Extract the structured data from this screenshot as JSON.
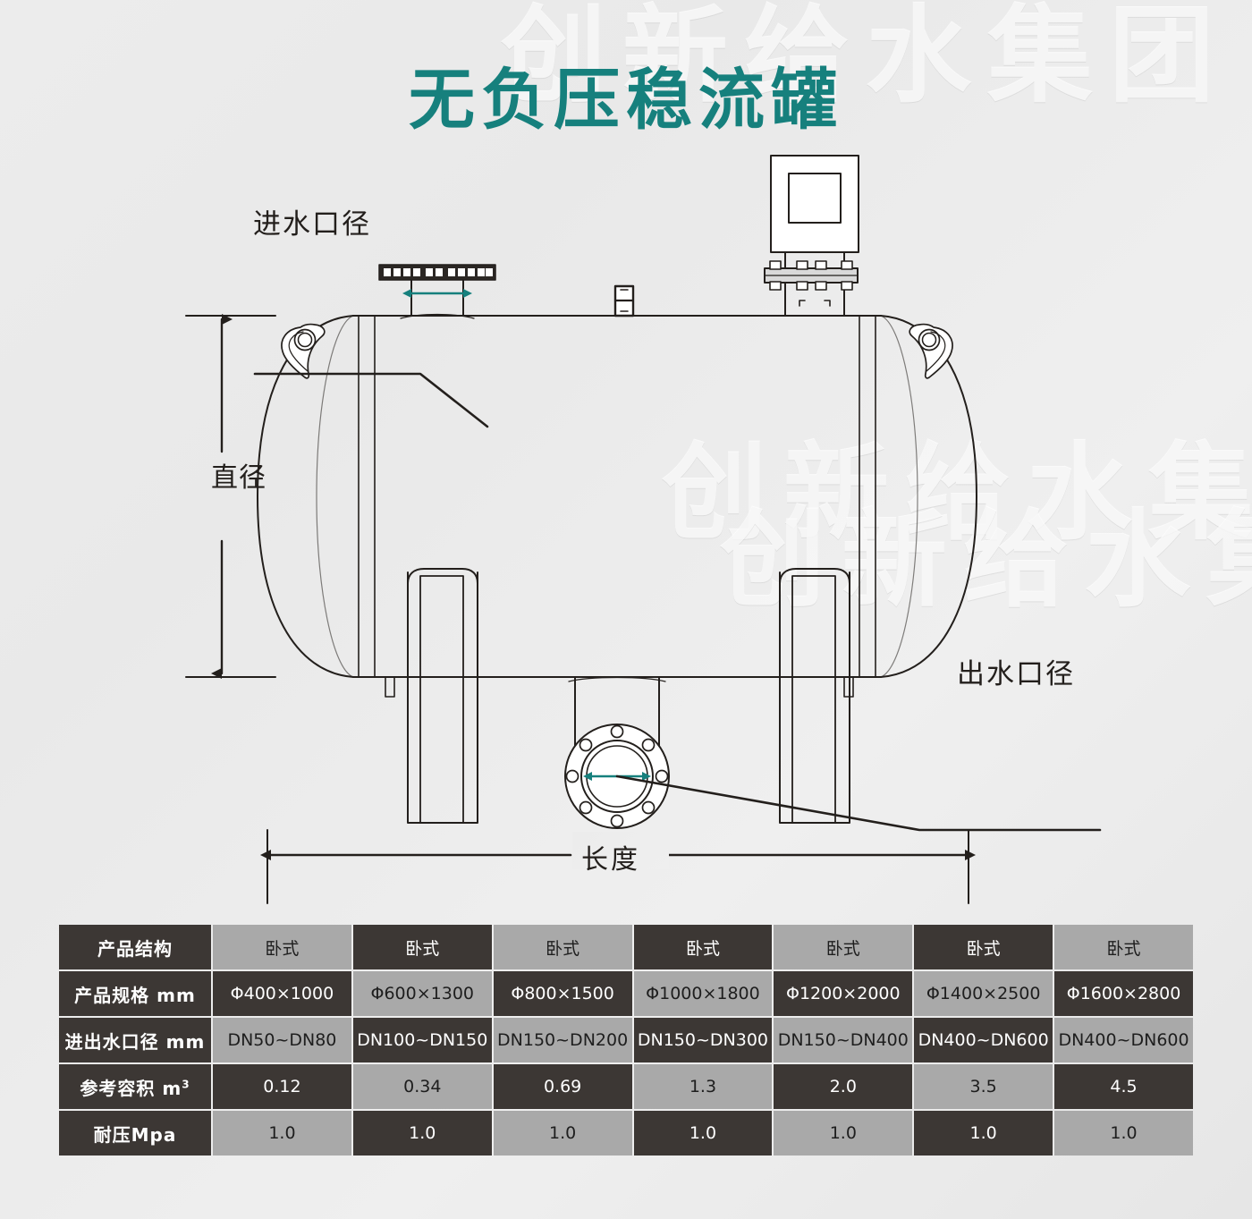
{
  "page": {
    "title": "无负压稳流罐",
    "title_color": "#16807d",
    "background_color": "#ececec",
    "watermark_text": "创新给水集团"
  },
  "diagram": {
    "labels": {
      "inlet": "进水口径",
      "outlet": "出水口径",
      "diameter": "直径",
      "length": "长度"
    },
    "accent_color": "#16807d",
    "line_color": "#231f1c",
    "parts": {
      "control_box": "control-box",
      "top_flange": "inlet-flange",
      "vent_fitting": "vent-fitting",
      "bottom_flange": "outlet-flange",
      "lifting_lug_left": "lifting-lug",
      "lifting_lug_right": "lifting-lug",
      "saddle_left": "support-leg",
      "saddle_right": "support-leg"
    }
  },
  "table": {
    "header_bg_dark": "#3c3734",
    "cell_bg_light": "#a9a9a9",
    "rows": [
      {
        "label": "产品结构",
        "label_unit": "",
        "values": [
          "卧式",
          "卧式",
          "卧式",
          "卧式",
          "卧式",
          "卧式",
          "卧式"
        ]
      },
      {
        "label": "产品规格",
        "label_unit": " mm",
        "values": [
          "Φ400×1000",
          "Φ600×1300",
          "Φ800×1500",
          "Φ1000×1800",
          "Φ1200×2000",
          "Φ1400×2500",
          "Φ1600×2800"
        ]
      },
      {
        "label": "进出水口径",
        "label_unit": " mm",
        "values": [
          "DN50~DN80",
          "DN100~DN150",
          "DN150~DN200",
          "DN150~DN300",
          "DN150~DN400",
          "DN400~DN600",
          "DN400~DN600"
        ]
      },
      {
        "label": "参考容积",
        "label_unit": " m³",
        "values": [
          "0.12",
          "0.34",
          "0.69",
          "1.3",
          "2.0",
          "3.5",
          "4.5"
        ]
      },
      {
        "label": "耐压Mpa",
        "label_unit": "",
        "values": [
          "1.0",
          "1.0",
          "1.0",
          "1.0",
          "1.0",
          "1.0",
          "1.0"
        ]
      }
    ]
  }
}
